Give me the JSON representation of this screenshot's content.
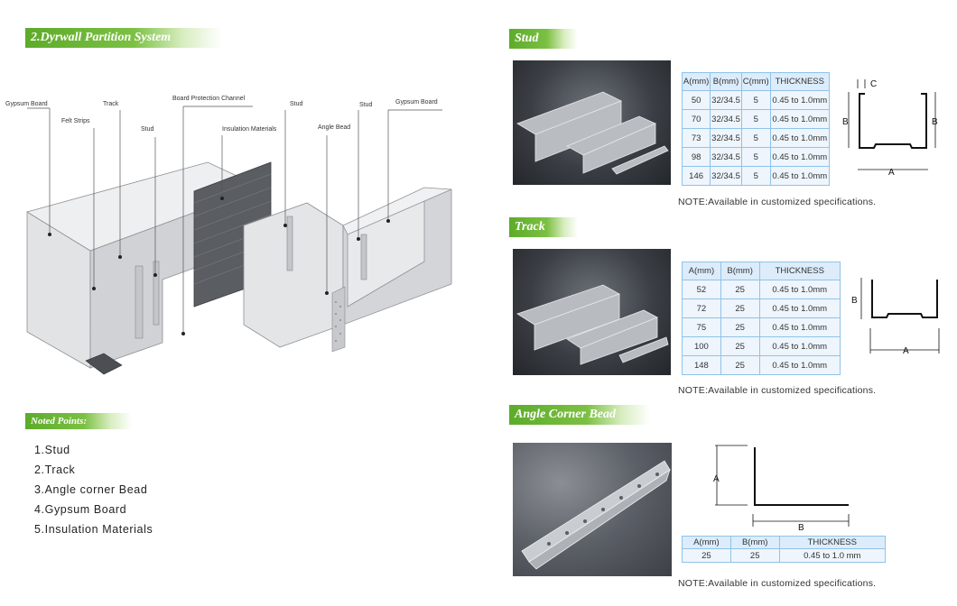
{
  "left": {
    "title": "2.Dyrwall Partition System",
    "diagram_labels": {
      "gypsum_board_left": "Gypsum Board",
      "felt_strips": "Felt Strips",
      "track": "Track",
      "stud_left": "Stud",
      "board_protection_channel": "Board Protection Channel",
      "insulation_materials": "Insulation Materials",
      "stud_mid": "Stud",
      "angle_bead": "Angle Bead",
      "stud_right": "Stud",
      "gypsum_board_right": "Gypsum Board"
    },
    "noted_title": "Noted Points:",
    "noted_items": [
      "1.Stud",
      "2.Track",
      "3.Angle corner Bead",
      "4.Gypsum Board",
      "5.Insulation Materials"
    ]
  },
  "stud": {
    "title": "Stud",
    "headers": [
      "A(mm)",
      "B(mm)",
      "C(mm)",
      "THICKNESS"
    ],
    "rows": [
      [
        "50",
        "32/34.5",
        "5",
        "0.45 to 1.0mm"
      ],
      [
        "70",
        "32/34.5",
        "5",
        "0.45 to 1.0mm"
      ],
      [
        "73",
        "32/34.5",
        "5",
        "0.45 to 1.0mm"
      ],
      [
        "98",
        "32/34.5",
        "5",
        "0.45 to 1.0mm"
      ],
      [
        "146",
        "32/34.5",
        "5",
        "0.45 to 1.0mm"
      ]
    ],
    "note": "NOTE:Available in customized specifications.",
    "diagram": {
      "a": "A",
      "b": "B",
      "c": "C"
    }
  },
  "track": {
    "title": "Track",
    "headers": [
      "A(mm)",
      "B(mm)",
      "THICKNESS"
    ],
    "rows": [
      [
        "52",
        "25",
        "0.45 to 1.0mm"
      ],
      [
        "72",
        "25",
        "0.45 to 1.0mm"
      ],
      [
        "75",
        "25",
        "0.45 to 1.0mm"
      ],
      [
        "100",
        "25",
        "0.45 to 1.0mm"
      ],
      [
        "148",
        "25",
        "0.45 to 1.0mm"
      ]
    ],
    "note": "NOTE:Available in customized specifications.",
    "diagram": {
      "a": "A",
      "b": "B"
    }
  },
  "angle": {
    "title": "Angle Corner Bead",
    "headers": [
      "A(mm)",
      "B(mm)",
      "THICKNESS"
    ],
    "rows": [
      [
        "25",
        "25",
        "0.45 to 1.0 mm"
      ]
    ],
    "note": "NOTE:Available in customized specifications.",
    "diagram": {
      "a": "A",
      "b": "B"
    }
  },
  "colors": {
    "header_green": "#5dab2a",
    "table_border": "#8fc3e8",
    "table_fill": "#eef5fc"
  }
}
